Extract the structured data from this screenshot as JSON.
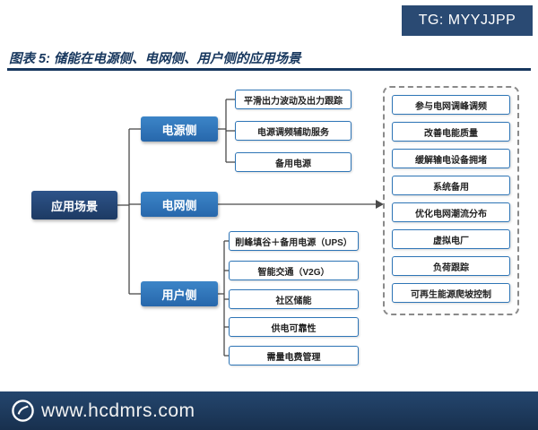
{
  "watermark": {
    "text": "TG: MYYJJPP"
  },
  "header": {
    "title": "图表 5: 储能在电源侧、电网侧、用户侧的应用场景"
  },
  "diagram": {
    "root": {
      "label": "应用场景"
    },
    "branches": [
      {
        "label": "电源侧"
      },
      {
        "label": "电网侧"
      },
      {
        "label": "用户侧"
      }
    ],
    "source_leaves": [
      "平滑出力波动及出力跟踪",
      "电源调频辅助服务",
      "备用电源"
    ],
    "user_leaves": [
      "削峰填谷＋备用电源（UPS）",
      "智能交通（V2G）",
      "社区储能",
      "供电可靠性",
      "需量电费管理"
    ],
    "grid_leaves": [
      "参与电网调峰调频",
      "改善电能质量",
      "缓解输电设备拥堵",
      "系统备用",
      "优化电网潮流分布",
      "虚拟电厂",
      "负荷跟踪",
      "可再生能源爬坡控制"
    ]
  },
  "footer": {
    "url": "www.hcdmrs.com"
  },
  "colors": {
    "navy": "#1f3864",
    "branch_blue": "#2e75b6",
    "leaf_border": "#2e75b6",
    "connector": "#4a4a4a"
  }
}
